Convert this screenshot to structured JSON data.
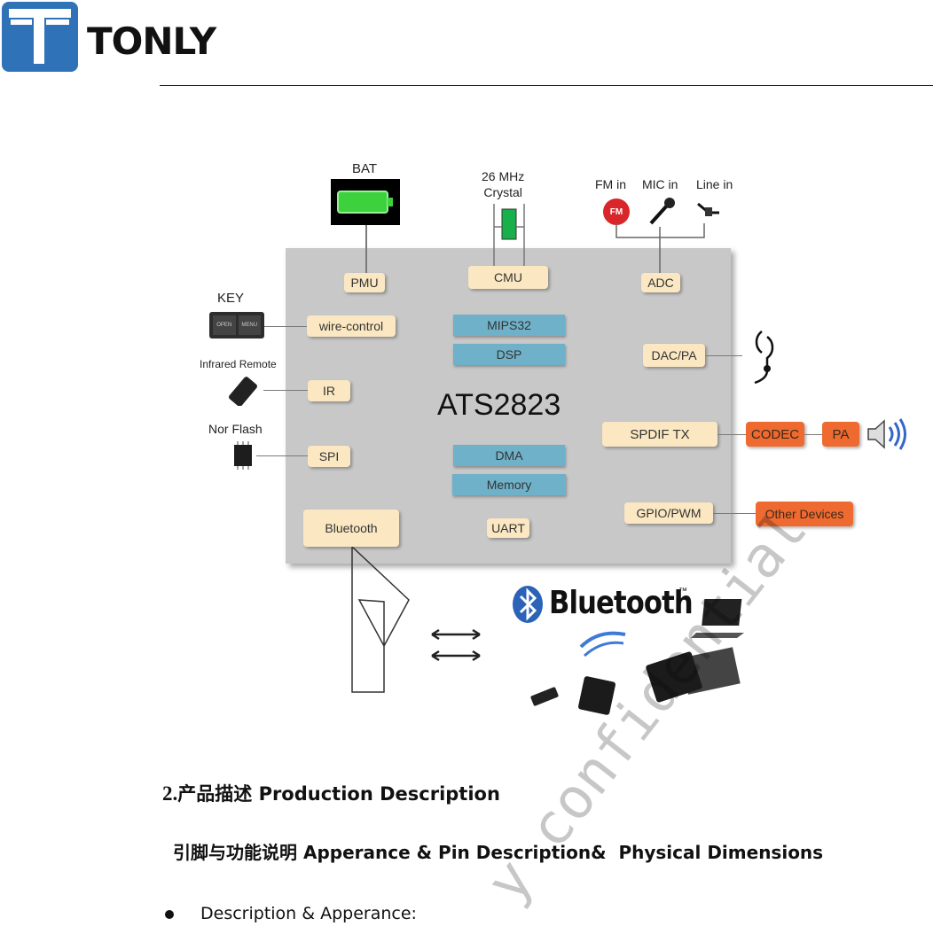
{
  "header": {
    "brand": "TONLY"
  },
  "diagram": {
    "chip_name": "ATS2823",
    "inputs": {
      "bat": "BAT",
      "crystal": "26 MHz\nCrystal",
      "fm_in": "FM in",
      "mic_in": "MIC in",
      "line_in": "Line in",
      "key": "KEY",
      "infrared": "Infrared Remote",
      "nor_flash": "Nor Flash",
      "fm_badge": "FM",
      "key_open": "OPEN",
      "key_menu": "MENU"
    },
    "blocks": {
      "pmu": "PMU",
      "cmu": "CMU",
      "adc": "ADC",
      "wire_control": "wire-control",
      "ir": "IR",
      "spi": "SPI",
      "bluetooth": "Bluetooth",
      "uart": "UART",
      "dac_pa": "DAC/PA",
      "spdif_tx": "SPDIF TX",
      "gpio_pwm": "GPIO/PWM"
    },
    "core": {
      "mips32": "MIPS32",
      "dsp": "DSP",
      "dma": "DMA",
      "memory": "Memory"
    },
    "external": {
      "codec": "CODEC",
      "pa": "PA",
      "other_devices": "Other Devices"
    },
    "bluetooth_logo": "Bluetooth",
    "tm": "™"
  },
  "section": {
    "number": "2.",
    "title_cn": "产品描述",
    "title_en": "Production Description",
    "subtitle_cn": "引脚与功能说明",
    "subtitle_en": "Apperance & Pin Description&  Physical Dimensions",
    "bullet": "Description & Apperance:"
  },
  "watermark": "y confidential"
}
